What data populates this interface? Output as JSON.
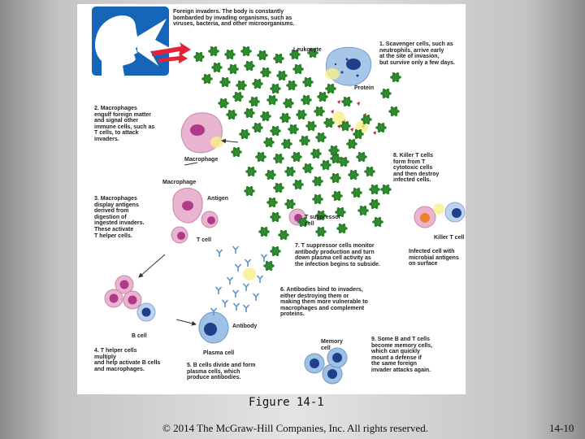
{
  "figure": {
    "labels": {
      "invaders": "Foreign invaders. The body is constantly\nbombarded by invading organisms, such as\nviruses, bacteria, and other microorganisms.",
      "leukocyte": "Leukocyte",
      "protein": "Protein",
      "step1": "1. Scavenger cells, such as\nneutrophils, arrive early\nat the site of invasion,\nbut survive only a few days.",
      "step2": "2. Macrophages\nengulf foreign matter\nand signal other\nimmune cells, such as\nT cells, to attack\ninvaders.",
      "macrophage": "Macrophage",
      "macrophage2": "Macrophage",
      "antigen": "Antigen",
      "step3": "3. Macrophages\ndisplay antigens\nderived from\ndigestion of\ningested invaders.\nThese activate\nT helper cells.",
      "tcell": "T cell",
      "tsuppressor": "T suppressor\ncell",
      "step8": "8. Killer T cells\nform from T\ncytotoxic cells\nand then destroy\ninfected cells.",
      "killer": "Killer T cell",
      "infected": "Infected cell with\nmicrobial antigens\non surface",
      "step7": "7. T suppressor cells monitor\nantibody production and turn\ndown plasma cell activity as\nthe infection begins to subside.",
      "step6": "6. Antibodies bind to invaders,\neither destroying them or\nmaking them more vulnerable to\nmacrophages and complement\nproteins.",
      "antibody": "Antibody",
      "bcell": "B cell",
      "step4": "4. T helper cells\nmultiply\nand help activate B cells\nand macrophages.",
      "plasma": "Plasma cell",
      "step5": "5. B cells divide and form\nplasma cells, which\nproduce antibodies.",
      "memory": "Memory\ncell",
      "step9": "9. Some B and T cells\nbecome memory cells,\nwhich can quickly\nmount a defense if\nthe same foreign\ninvader attacks again."
    }
  },
  "caption": "Figure 14-1",
  "copyright": "© 2014 The McGraw-Hill Companies, Inc. All rights reserved.",
  "page_number": "14-10",
  "colors": {
    "invader_green": "#2e8b2e",
    "cell_pink": "#e8b4cf",
    "nucleus_magenta": "#b03a88",
    "cell_blue": "#9ec2e6",
    "nucleus_navy": "#1f3f8a",
    "antibody_blue": "#5a8fd0",
    "sneeze_red": "#e4223a",
    "head_panel_blue": "#1565b8",
    "protein_red": "#cc2244"
  }
}
